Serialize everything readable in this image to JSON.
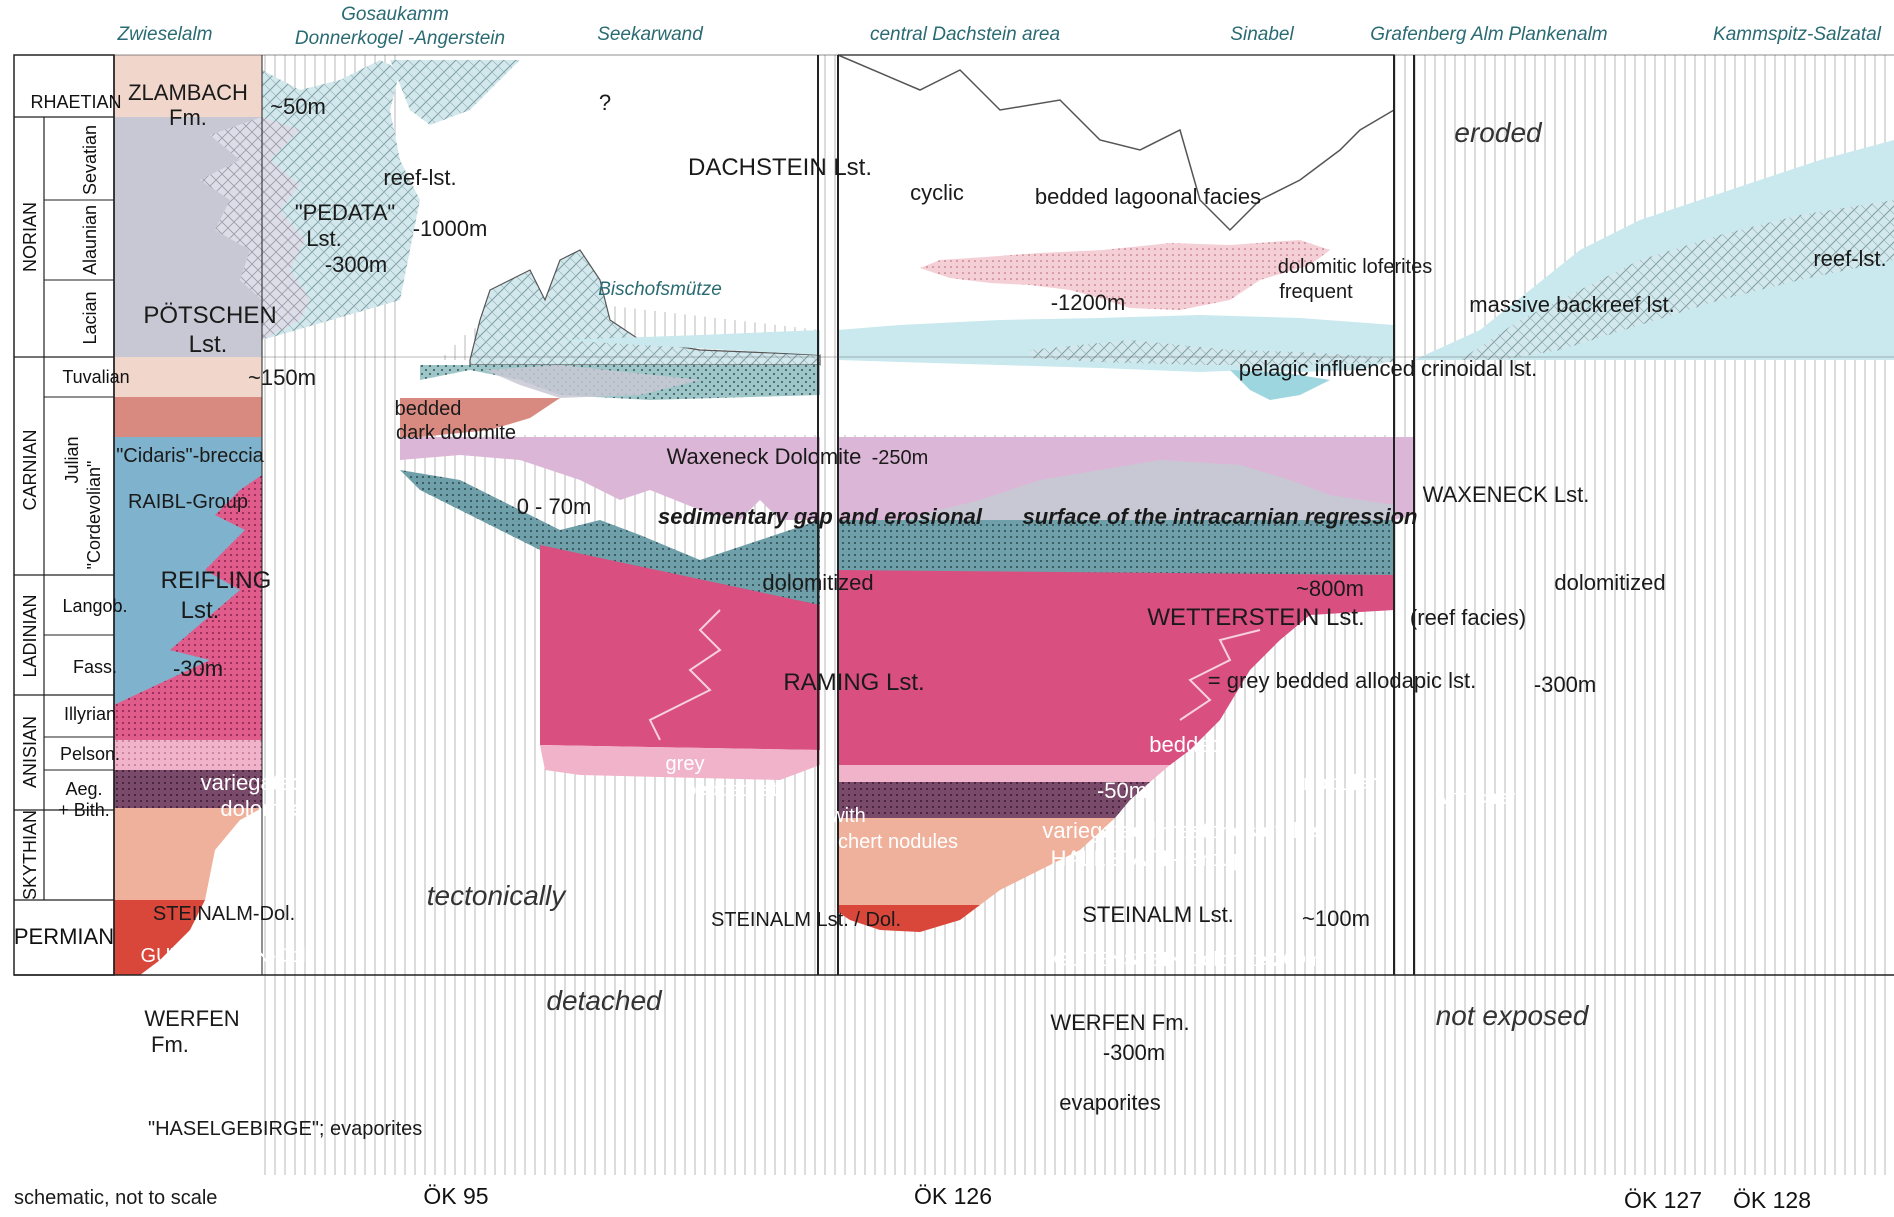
{
  "locations": {
    "zwieselalm": "Zwieselalm",
    "gosaukamm": "Gosaukamm",
    "donnerkogel": "Donnerkogel -Angerstein",
    "seekarwand": "Seekarwand",
    "dachstein_area": "central Dachstein area",
    "sinabel": "Sinabel",
    "grafenberg": "Grafenberg Alm",
    "plankenalm": "Plankenalm",
    "kammspitz": "Kammspitz-Salzatal"
  },
  "stratigraphy": {
    "rhaetian": "RHAETIAN",
    "norian": "NORIAN",
    "sevatian": "Sevatian",
    "alaunian": "Alaunian",
    "lacian": "Lacian",
    "carnian": "CARNIAN",
    "tuvalian": "Tuvalian",
    "julian": "Julian",
    "cordevolian": "\"Cordevolian\"",
    "ladinian": "LADINIAN",
    "langob": "Langob.",
    "fass": "Fass.",
    "anisian": "ANISIAN",
    "illyrian": "Illyrian",
    "pelson": "Pelson.",
    "aeg": "Aeg.",
    "bith": "+ Bith.",
    "skythian": "SKYTHIAN",
    "permian": "PERMIAN"
  },
  "col1": {
    "zlambach1": "ZLAMBACH",
    "zlambach2": "Fm.",
    "zlambach_thk": "~50m",
    "potschen1": "PÖTSCHEN",
    "potschen2": "Lst.",
    "potschen_thk": "~150m",
    "cidaris": "\"Cidaris\"-breccia",
    "raibl": "RAIBL-Group",
    "reifling1": "REIFLING",
    "reifling2": "Lst.",
    "reifling_thk": "-30m",
    "variegated1": "variegated",
    "variegated2": "dolomite",
    "steinalm": "STEINALM-Dol.",
    "gutenstein": "GUTENSTEIN-Dol.",
    "werfen1": "WERFEN",
    "werfen2": "Fm.",
    "haselgebirge": "\"HASELGEBIRGE\";  evaporites"
  },
  "col2": {
    "reef": "reef-lst.",
    "pedata1": "\"PEDATA\"",
    "pedata2": "Lst.",
    "pedata_thk": "-300m",
    "reef_thk": "-1000m",
    "bedded1": "bedded",
    "bedded2": "dark dolomite",
    "q": "?",
    "tect": "tectonically",
    "detached": "detached"
  },
  "col3": {
    "dachstein": "DACHSTEIN  Lst.",
    "cyclic": "cyclic",
    "bischofsmutze": "Bischofsmütze",
    "waxeneck_dol": "Waxeneck Dolomite",
    "waxeneck_thk": "-250m",
    "gap_thk": "0 - 70m",
    "gap": "sedimentary gap  and  erosional",
    "dolomitized": "dolomitized",
    "raming": "RAMING  Lst.",
    "grey1": "grey",
    "grey2": "bedded lst.",
    "chert1": "with",
    "chert2": "chert nodules",
    "steinalm": "STEINALM  Lst. / Dol."
  },
  "col4": {
    "eroded": "eroded",
    "lagoonal": "bedded  lagoonal  facies",
    "loferites1": "dolomitic loferites",
    "loferites2": "frequent",
    "thk1200": "-1200m",
    "backreef": "massive backreef  lst.",
    "pelagic": "pelagic influenced crinoidal lst.",
    "surface": "surface  of the  intracarnian regression",
    "waxeneck": "WAXENECK  Lst.",
    "thk800": "~800m",
    "wetterstein": "WETTERSTEIN  Lst.",
    "reef_facies": "(reef facies)",
    "dolomitized": "dolomitized",
    "allodapic": "=  grey  bedded allodapic lst.",
    "thk300": "-300m",
    "bedded": "bedded",
    "thk50": "-50m",
    "nodular": "nodular",
    "withchert": "with chert",
    "hallstatt1": "variegated limestones of the",
    "hallstatt2": "HALLSTATT- Group",
    "steinalm": "STEINALM  Lst.",
    "steinalm_thk": "~100m",
    "gutenstein": "GUTENSTEIN  Dolomite   200m",
    "werfen1": "WERFEN  Fm.",
    "werfen2": "-300m",
    "evaporites": "evaporites",
    "notexposed": "not    exposed"
  },
  "col5": {
    "reef": "reef-lst."
  },
  "footer": {
    "note": "schematic, not to scale",
    "ok95": "ÖK 95",
    "ok126": "ÖK 126",
    "ok127": "ÖK 127",
    "ok128": "ÖK 128"
  },
  "colors": {
    "grey_pelagic": "#c8c8d4",
    "zlambach": "#f1d6cc",
    "raibl": "#d98a80",
    "reifling": "#7fb2cc",
    "pink": "#e05c8a",
    "hallstatt": "#d94f80",
    "teal_allodapic": "#6f9fa8",
    "lavender": "#dcb6d6",
    "light_blue": "#c9e9ee",
    "dol_teal": "#9ec6c8",
    "werfen": "#f0b19c",
    "evaporite": "#d9463a",
    "gutenstein": "#7a4a6a",
    "steinalm": "#f1b3c9"
  }
}
